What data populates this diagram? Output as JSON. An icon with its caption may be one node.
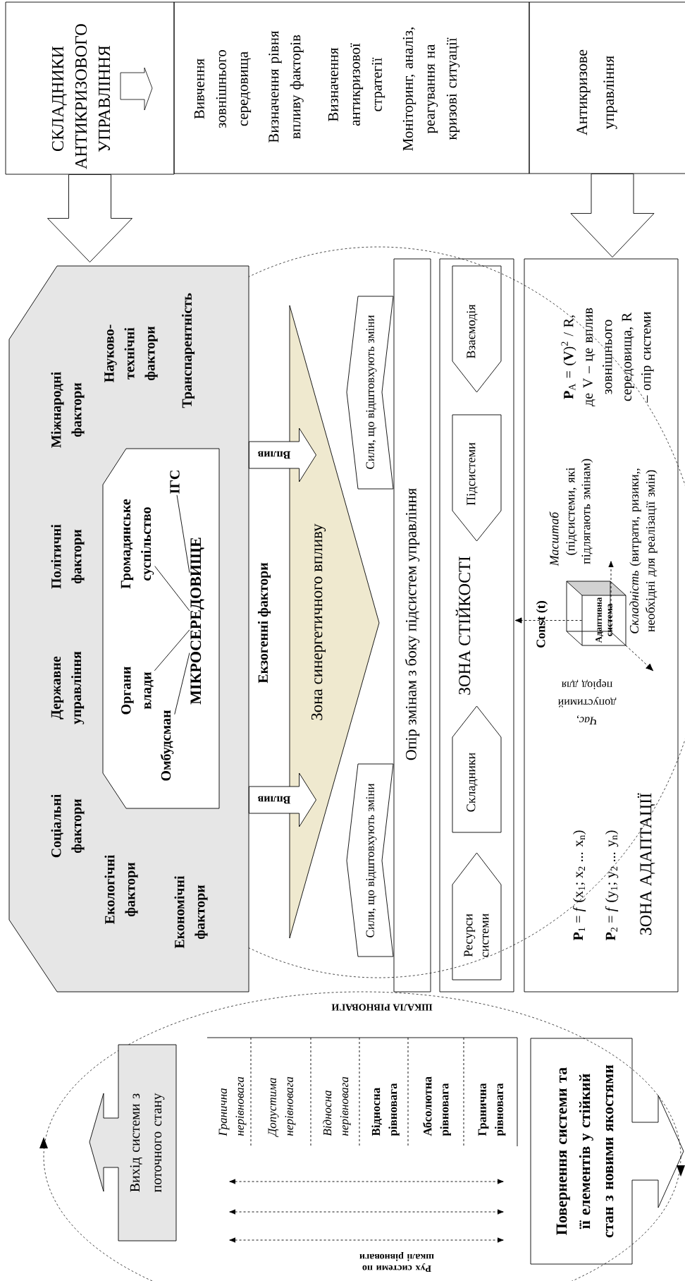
{
  "diagram": {
    "nodes": [
      {
        "text": [
          "СКЛАДНИКИ АНТИКРИЗОВОГО УПРАВЛІННЯ"
        ]
      },
      {
        "text": [
          "Вивчення зовнішнього середовища",
          "Визначення рівня впливу факторів",
          "Визначення антикризової стратегії",
          "Моніторинг, аналіз, реагування на кризові ситуації"
        ]
      },
      {
        "text": [
          "Антикризове управління"
        ]
      },
      {
        "text": [
          "Екзогенні фактори",
          "Міжнародні фактори",
          "Науково-технічні фактори",
          "Транспарентність",
          "Політичні фактори",
          "Державне управління",
          "Соціальні фактори",
          "Екологічні фактори",
          "Економічні фактори"
        ]
      },
      {
        "text": [],
        "shape": "box",
        "in": 3
      },
      {
        "text": [
          "ІГС"
        ],
        "in": 4
      },
      {
        "text": [
          "Громадянське суспільство"
        ],
        "in": 4
      },
      {
        "text": [
          "МІКРОСЕРЕДОВИЩЕ"
        ],
        "in": 4
      },
      {
        "text": [
          "Органи влади"
        ],
        "in": 4
      },
      {
        "text": [
          "Омбудсман"
        ],
        "in": 4
      },
      {
        "text": [
          "Зона синергетичного впливу"
        ]
      },
      {
        "text": [
          "Сили, що відштовхують зміни"
        ]
      },
      {
        "text": [
          "Сили, що відштовхують зміни"
        ]
      },
      {
        "text": [
          "Опір змінам з боку підсистем управління"
        ]
      },
      {
        "text": [
          "ЗОНА СТІЙКОСТІ"
        ]
      },
      {
        "text": [
          "Взаємодія"
        ],
        "in": 14
      },
      {
        "text": [
          "Підсистеми"
        ],
        "in": 14
      },
      {
        "text": [
          "Складники"
        ],
        "in": 14
      },
      {
        "text": [
          "Ресурси системи"
        ],
        "in": 14
      },
      {
        "text": [
          "ЗОНА АДАПТАЦІЇ",
          "**P**$_{A}$ = (**V**)$^{2}$ / R, де V – це вплив зовнішнього середовища, R – опір системи",
          "**P**$_{1}$ = *f* (x$_{1}$; x$_{2}$ ... x$_{n}$)",
          "**P**$_{2}$ = *f* (y$_{1}$; y$_{2}$ ... y$_{n}$)"
        ]
      },
      {
        "text": [
          "Адаптивна система"
        ],
        "in": 19
      },
      {
        "text": [
          "Вихід системи з поточного стану"
        ]
      },
      {
        "text": [
          "Повернення системи та її елементів у стійкий стан з новими якостями"
        ]
      }
    ],
    "edges": [
      {
        "from": 0,
        "to": 3,
        "arrow": "to"
      },
      {
        "from": 2,
        "to": 19,
        "arrow": "to"
      },
      {
        "from": 3,
        "to": 10,
        "arrow": "to",
        "label": "Вплив"
      },
      {
        "from": 3,
        "to": 10,
        "arrow": "to",
        "label": "Вплив"
      },
      {
        "from": 8,
        "to": 7,
        "arrow": "none"
      },
      {
        "from": 6,
        "to": 7,
        "arrow": "none"
      },
      {
        "from": 5,
        "to": 7,
        "arrow": "none"
      },
      {
        "from": 9,
        "to": 7,
        "arrow": "none"
      },
      {
        "from": 20,
        "to": 14,
        "arrow": "to",
        "style": "dashed"
      }
    ],
    "labels": [
      "Масштаб",
      "(підсистеми, які підлягають змінам)",
      "*Складність* (витрати, ризики,, необхідні для реалізації змін)",
      "Const (t)",
      "*Час,* допустимий період для",
      "ШКАЛА РІВНОВАГИ",
      "Гранична нерівновага",
      "Допустима нерівновага",
      "Відносна нерівновага",
      "Відносна рівновага",
      "Абсолютна рівновага",
      "Гранична рівновага",
      "Рух системи по шкалі рівноваги"
    ]
  }
}
